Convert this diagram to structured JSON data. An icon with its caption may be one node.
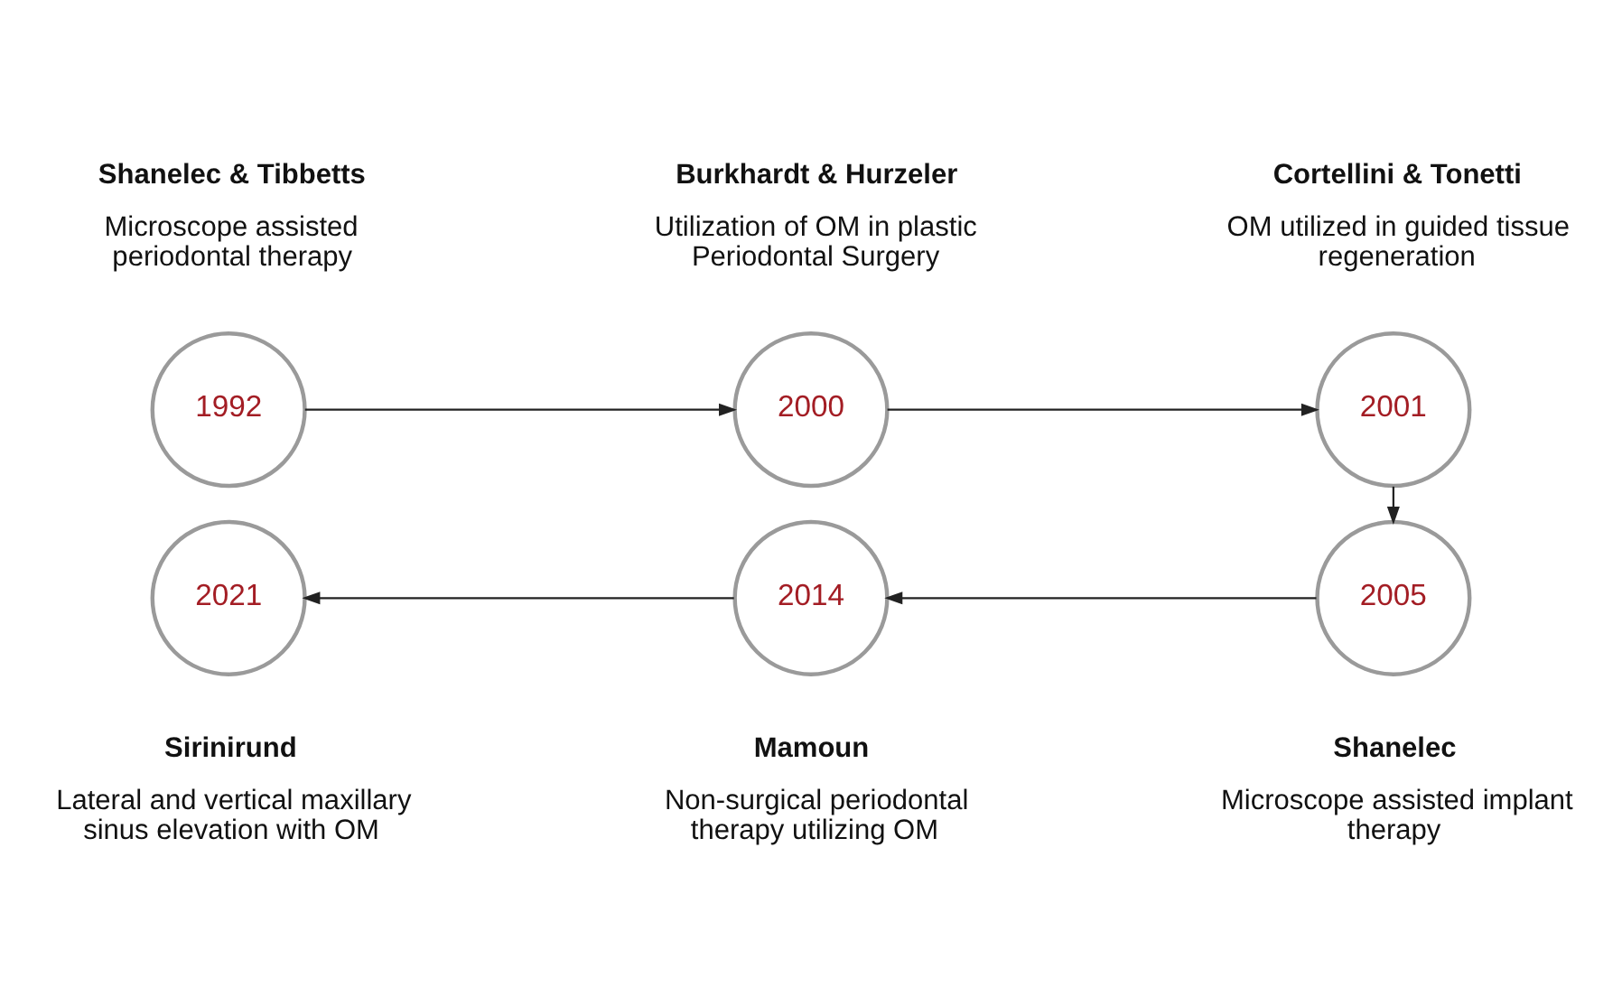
{
  "diagram": {
    "nodes": [
      {
        "text": [
          "1992"
        ],
        "beside": [
          "Shanelec & Tibbetts",
          "Microscope assisted periodontal therapy"
        ]
      },
      {
        "text": [
          "2000"
        ],
        "beside": [
          "Burkhardt & Hurzeler",
          "Utilization of OM in plastic Periodontal Surgery"
        ]
      },
      {
        "text": [
          "2001"
        ],
        "beside": [
          "Cortellini & Tonetti",
          "OM utilized in guided tissue regeneration"
        ]
      },
      {
        "text": [
          "2005"
        ],
        "beside": [
          "Shanelec",
          "Microscope assisted implant therapy"
        ]
      },
      {
        "text": [
          "2014"
        ],
        "beside": [
          "Mamoun",
          "Non-surgical periodontal therapy utilizing OM"
        ]
      },
      {
        "text": [
          "2021"
        ],
        "beside": [
          "Sirinirund",
          "Lateral and vertical maxillary sinus elevation with OM"
        ]
      }
    ],
    "edges": [
      {
        "from": 0,
        "to": 1,
        "arrow": "to"
      },
      {
        "from": 1,
        "to": 2,
        "arrow": "to"
      },
      {
        "from": 2,
        "to": 3,
        "arrow": "to"
      },
      {
        "from": 3,
        "to": 4,
        "arrow": "to"
      },
      {
        "from": 4,
        "to": 5,
        "arrow": "to"
      }
    ]
  }
}
